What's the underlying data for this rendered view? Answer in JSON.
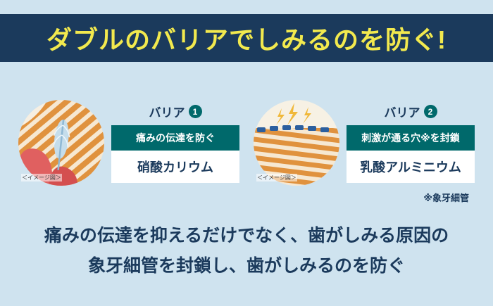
{
  "banner": {
    "title": "ダブルのバリアでしみるのを防ぐ!"
  },
  "barriers": [
    {
      "label": "バリア",
      "number": "1",
      "action": "痛みの伝達を防ぐ",
      "ingredient": "硝酸カリウム",
      "image_caption": "＜イメージ図＞"
    },
    {
      "label": "バリア",
      "number": "2",
      "action": "刺激が通る穴※を封鎖",
      "ingredient": "乳酸アルミニウム",
      "image_caption": "＜イメージ図＞"
    }
  ],
  "footnote": "※象牙細管",
  "description": {
    "line1": "痛みの伝達を抑えるだけでなく、歯がしみる原因の",
    "line2": "象牙細管を封鎖し、歯がしみるのを防ぐ"
  },
  "colors": {
    "background": "#cfe3ef",
    "banner_bg": "#1b3a5c",
    "banner_text": "#f2e94e",
    "teal_accent": "#00696b",
    "navy_text": "#1b3a5c",
    "dentin_orange": "#e0923e",
    "gum_pink": "#e06060",
    "nerve_blue": "#c5ddeb",
    "seal_blue": "#2c5f9e",
    "spark_yellow": "#f0b83a"
  }
}
